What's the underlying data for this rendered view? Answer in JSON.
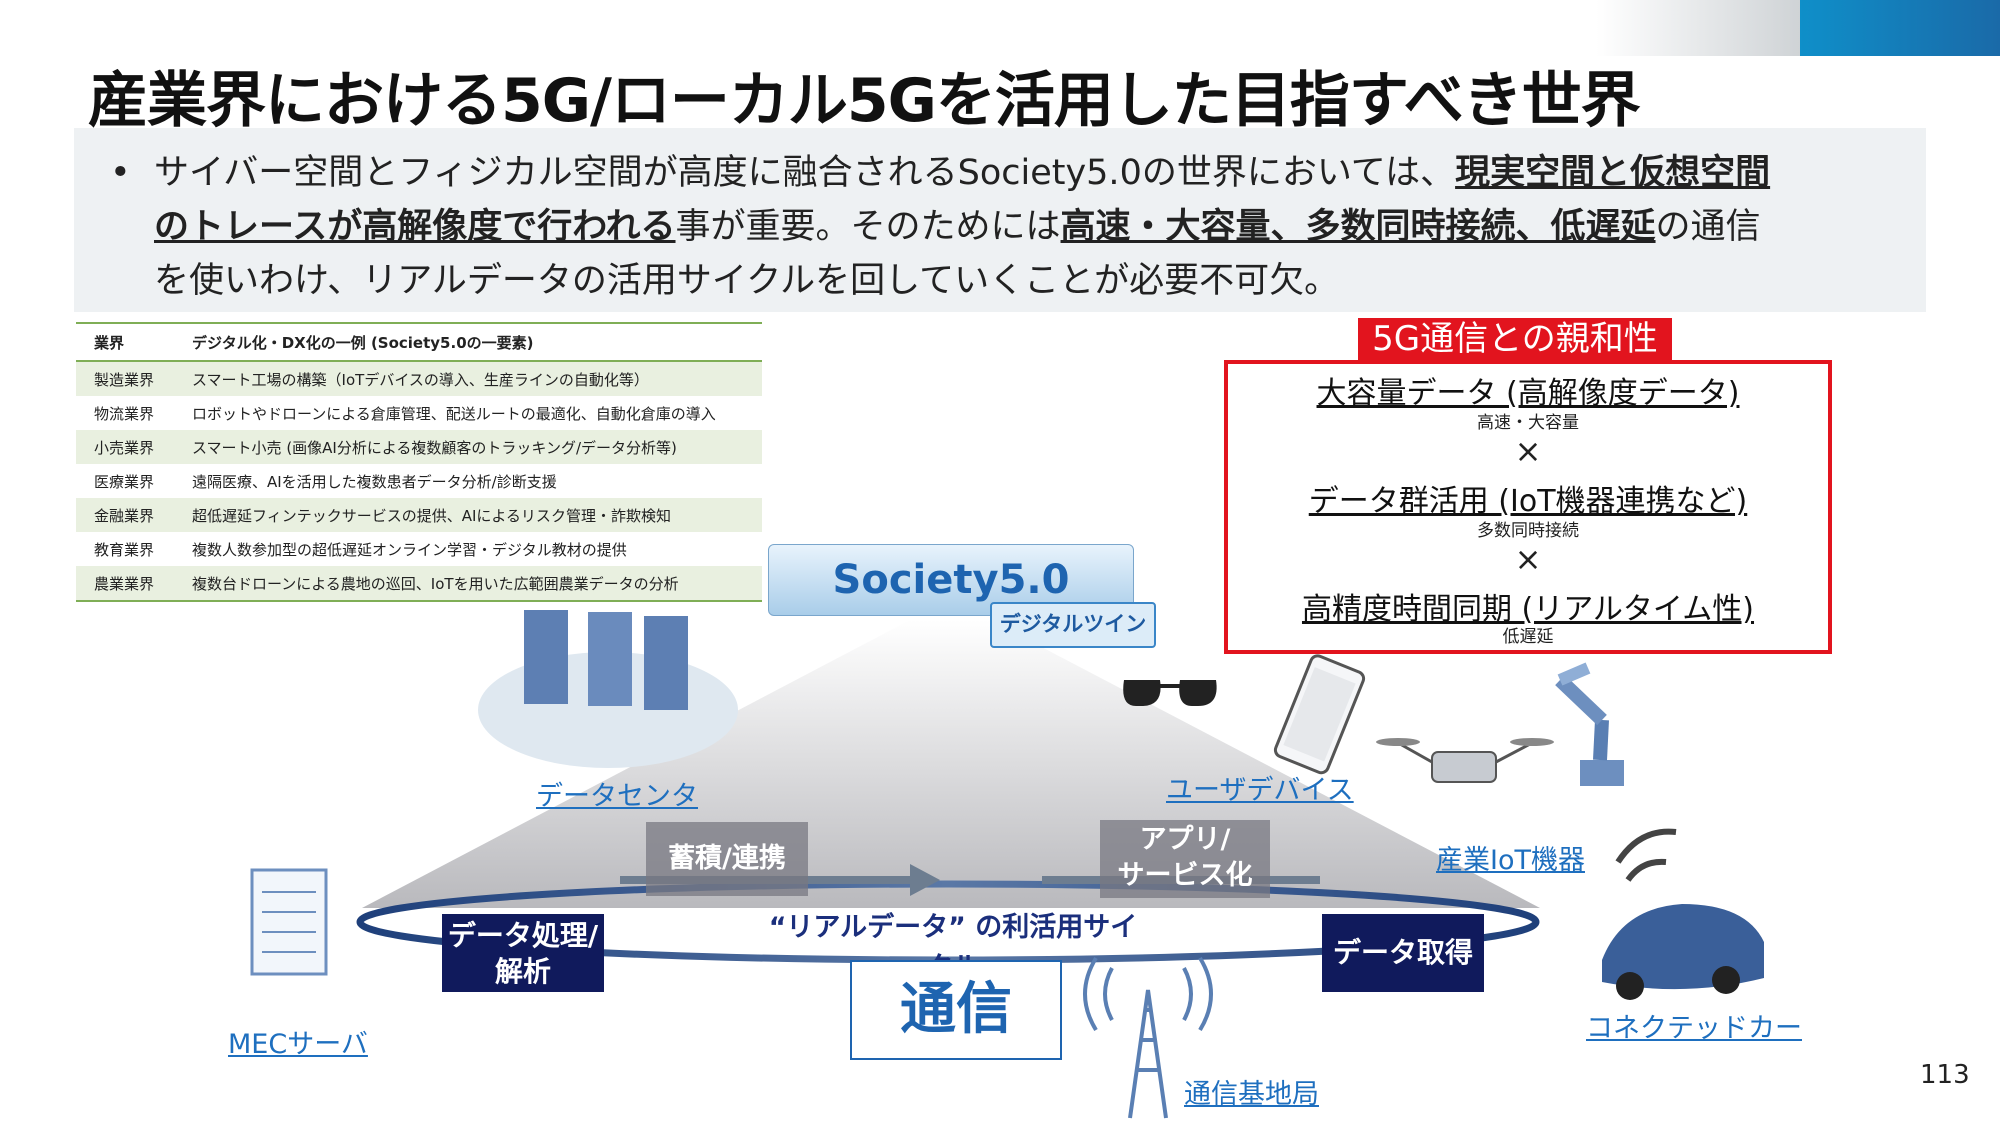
{
  "title": "産業界における5G/ローカル5Gを活用した目指すべき世界",
  "summary": {
    "line1_a": "サイバー空間とフィジカル空間が高度に融合されるSociety5.0の世界においては、",
    "line1_b": "現実空間と仮想空間",
    "line2_a": "のトレースが高解像度で行われる",
    "line2_b": "事が重要。そのためには",
    "line2_c": "高速・大容量、多数同時接続、低遅延",
    "line2_d": "の通信",
    "line3": "を使いわけ、リアルデータの活用サイクルを回していくことが必要不可欠。"
  },
  "table": {
    "headers": [
      "業界",
      "デジタル化・DX化の一例 (Society5.0の一要素)"
    ],
    "rows": [
      [
        "製造業界",
        "スマート工場の構築（IoTデバイスの導入、生産ラインの自動化等）"
      ],
      [
        "物流業界",
        "ロボットやドローンによる倉庫管理、配送ルートの最適化、自動化倉庫の導入"
      ],
      [
        "小売業界",
        "スマート小売 (画像AI分析による複数顧客のトラッキング/データ分析等)"
      ],
      [
        "医療業界",
        "遠隔医療、AIを活用した複数患者データ分析/診断支援"
      ],
      [
        "金融業界",
        "超低遅延フィンテックサービスの提供、AIによるリスク管理・詐欺検知"
      ],
      [
        "教育業界",
        "複数人数参加型の超低遅延オンライン学習・デジタル教材の提供"
      ],
      [
        "農業業界",
        "複数台ドローンによる農地の巡回、IoTを用いた広範囲農業データの分析"
      ]
    ]
  },
  "affinity": {
    "title": "5G通信との親和性",
    "item1": "大容量データ (高解像度データ)",
    "item1_sub": "高速・大容量",
    "item2": "データ群活用 (IoT機器連携など)",
    "item2_sub": "多数同時接続",
    "item3": "高精度時間同期 (リアルタイム性)",
    "item3_sub": "低遅延",
    "times": "×"
  },
  "scene": {
    "society": "Society5.0",
    "twin": "デジタルツイン",
    "accumulate": "蓄積/連携",
    "app_line1": "アプリ/",
    "app_line2": "サービス化",
    "process_line1": "データ処理/",
    "process_line2": "解析",
    "acquire": "データ取得",
    "cycle": "“リアルデータ” の利活用サイクル",
    "tsushin": "通信",
    "datacenter": "データセンタ",
    "user_device": "ユーザデバイス",
    "iot": "産業IoT機器",
    "mec": "MECサーバ",
    "car": "コネクテッドカー",
    "base_station": "通信基地局"
  },
  "page_number": "113"
}
